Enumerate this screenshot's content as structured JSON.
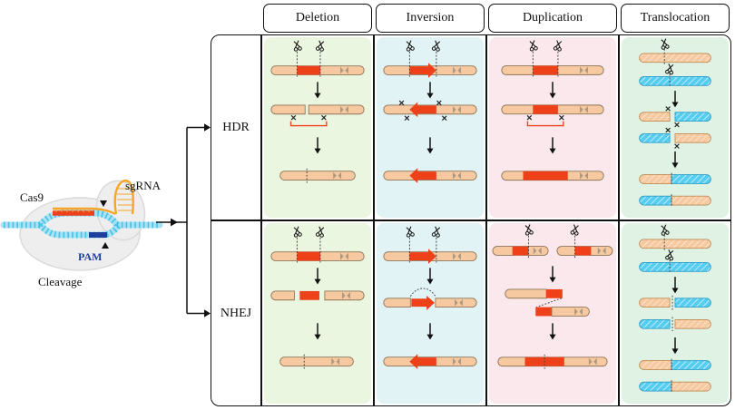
{
  "left_panel": {
    "cas9_label": "Cas9",
    "sgrna_label": "sgRNA",
    "pam_label": "PAM",
    "cleavage_label": "Cleavage"
  },
  "table": {
    "column_headers": [
      "Deletion",
      "Inversion",
      "Duplication",
      "Translocation"
    ],
    "row_labels": [
      "HDR",
      "NHEJ"
    ]
  },
  "colors": {
    "deletion_bg": "#ebf6e0",
    "inversion_bg": "#e1f3f5",
    "duplication_bg": "#fbe8ed",
    "translocation_bg": "#dff2e3",
    "chromosome_peach": "#f6c9a0",
    "chromosome_blue": "#55cdf1",
    "target_red": "#ee4019",
    "pam_navy": "#1d3f9e",
    "sgrna_orange": "#f5a62a"
  },
  "icons": {
    "scissors": "✂",
    "x_mark": "×",
    "down_arrow": "↓",
    "cleavage_marker": "▲"
  }
}
